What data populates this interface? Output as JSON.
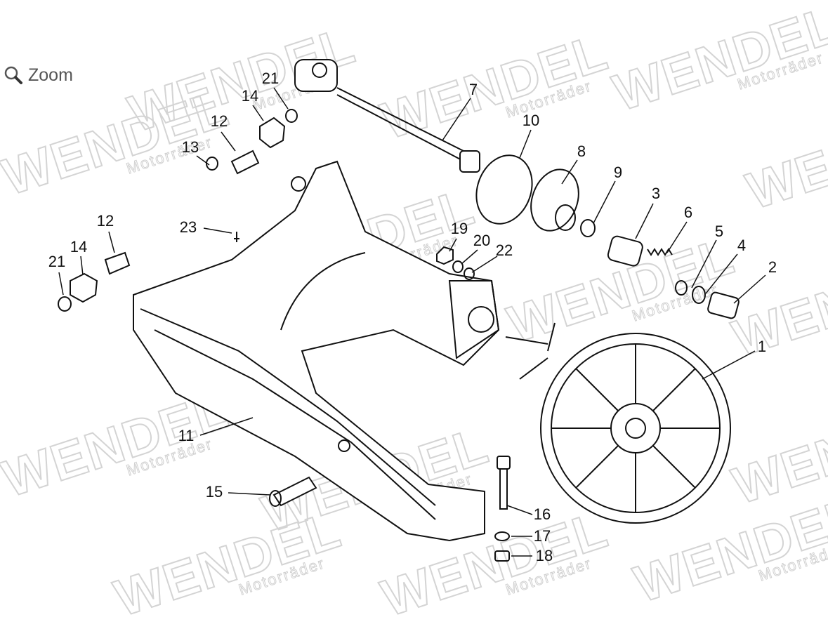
{
  "toolbar": {
    "zoom_label": "Zoom",
    "zoom_icon": "magnifier-icon"
  },
  "watermark": {
    "brand": "WENDEL",
    "sub": "Motorräder"
  },
  "callouts": [
    "21",
    "14",
    "12",
    "13",
    "7",
    "10",
    "8",
    "9",
    "3",
    "6",
    "5",
    "4",
    "2",
    "1",
    "12",
    "14",
    "21",
    "23",
    "19",
    "20",
    "22",
    "11",
    "15",
    "16",
    "17",
    "18"
  ]
}
